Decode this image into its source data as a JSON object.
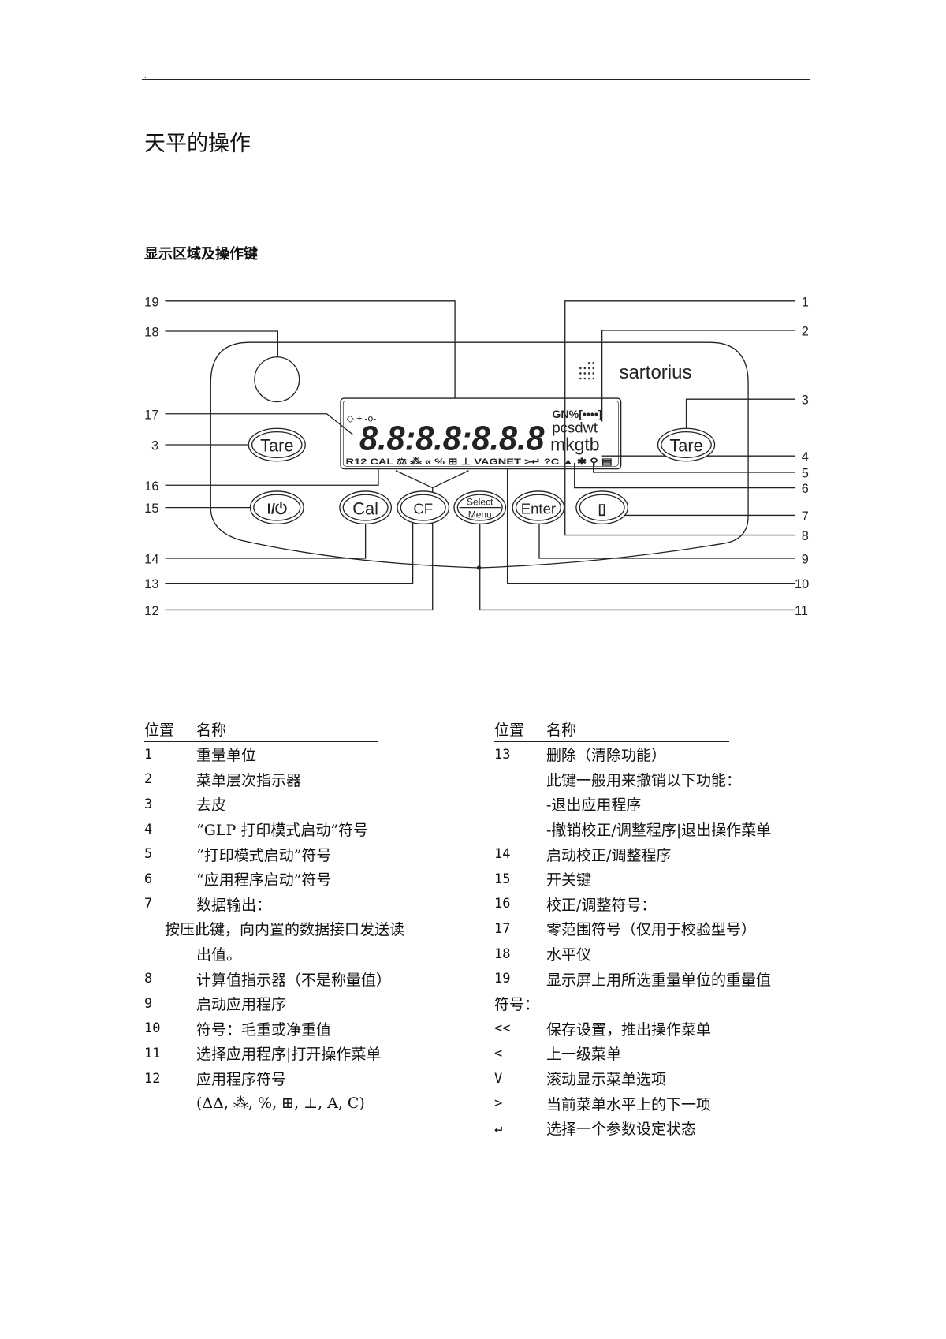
{
  "page": {
    "title": "天平的操作",
    "subtitle": "显示区域及操作键",
    "corner_mark": "."
  },
  "diagram": {
    "brand": "sartorius",
    "callouts_left": [
      "19",
      "18",
      "17",
      "3",
      "16",
      "15",
      "14",
      "13",
      "12"
    ],
    "callouts_right": [
      "1",
      "2",
      "3",
      "4",
      "5",
      "6",
      "7",
      "8",
      "9",
      "10",
      "11"
    ],
    "keys": {
      "tare": "Tare",
      "power": "I/⏻",
      "cal": "Cal",
      "cf": "CF",
      "select": "Select",
      "menu": "Menu",
      "enter": "Enter",
      "print": "▯"
    },
    "lcd": {
      "digits": "8.8:8.8:8.8.8",
      "units_row1": "GN%[••••]",
      "units_row2": "pcsdwt",
      "units_row3": "mkgtb",
      "status_row": "R12 CAL ⚖ ⁂ « % ⊞ ⊥ VAGNET >↵ ?C ▲ ✱ ⚲ ▤",
      "sign_symbols": "◇ + -o-"
    }
  },
  "table": {
    "headers": {
      "position": "位置",
      "name": "名称"
    },
    "left_rows": [
      {
        "pos": "1",
        "name": "重量单位"
      },
      {
        "pos": "2",
        "name": "菜单层次指示器"
      },
      {
        "pos": "3",
        "name": "去皮"
      },
      {
        "pos": "4",
        "name": "“GLP 打印模式启动”符号"
      },
      {
        "pos": "5",
        "name": "“打印模式启动”符号"
      },
      {
        "pos": "6",
        "name": "“应用程序启动”符号"
      },
      {
        "pos": "7",
        "name": "数据输出："
      },
      {
        "pos": "",
        "name": "按压此键，向内置的数据接口发送读"
      },
      {
        "pos": "",
        "name": "出值。"
      },
      {
        "pos": "8",
        "name": "计算值指示器（不是称量值）"
      },
      {
        "pos": "9",
        "name": "启动应用程序"
      },
      {
        "pos": "10",
        "name": "符号：毛重或净重值"
      },
      {
        "pos": "11",
        "name": "选择应用程序|打开操作菜单"
      },
      {
        "pos": "12",
        "name": "应用程序符号"
      },
      {
        "pos": "",
        "name": "(ΔΔ, ⁂, %, ⊞, ⊥, A, C)"
      }
    ],
    "right_rows": [
      {
        "pos": "13",
        "name": "删除（清除功能）"
      },
      {
        "pos": "",
        "name": "此键一般用来撤销以下功能："
      },
      {
        "pos": "",
        "name": "-退出应用程序"
      },
      {
        "pos": "",
        "name": "-撤销校正/调整程序|退出操作菜单"
      },
      {
        "pos": "14",
        "name": "启动校正/调整程序"
      },
      {
        "pos": "15",
        "name": "开关键"
      },
      {
        "pos": "16",
        "name": "校正/调整符号："
      },
      {
        "pos": "17",
        "name": "零范围符号（仅用于校验型号）"
      },
      {
        "pos": "18",
        "name": "水平仪"
      },
      {
        "pos": "19",
        "name": "显示屏上用所选重量单位的重量值"
      }
    ],
    "symbols_heading": "符号：",
    "symbol_rows": [
      {
        "pos": "<<",
        "name": "保存设置，推出操作菜单"
      },
      {
        "pos": "<",
        "name": "上一级菜单"
      },
      {
        "pos": "V",
        "name": "滚动显示菜单选项"
      },
      {
        "pos": ">",
        "name": "当前菜单水平上的下一项"
      },
      {
        "pos": "↵",
        "name": "选择一个参数设定状态"
      }
    ]
  }
}
